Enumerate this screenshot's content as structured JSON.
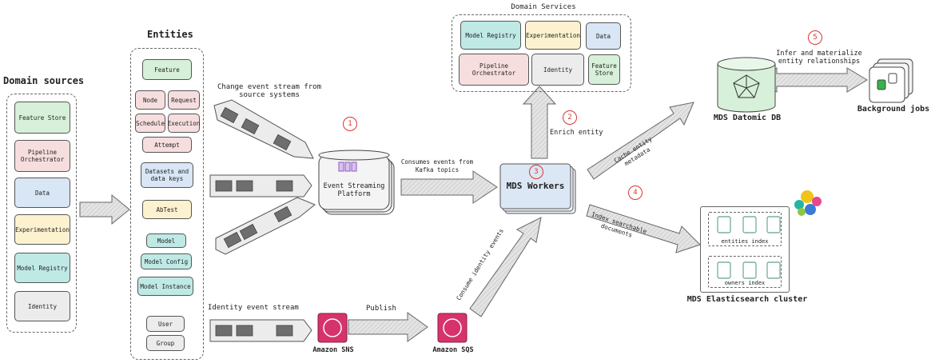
{
  "domain_sources": {
    "title": "Domain sources",
    "items": [
      "Feature Store",
      "Pipeline Orchestrator",
      "Data",
      "Experimentation",
      "Model Registry",
      "Identity"
    ]
  },
  "entities": {
    "title": "Entities",
    "feature": "Feature",
    "node": "Node",
    "request": "Request",
    "schedule": "Schedule",
    "execution": "Execution",
    "attempt": "Attempt",
    "datasets": "Datasets and data keys",
    "abtest": "AbTest",
    "model": "Model",
    "model_config": "Model Config",
    "model_instance": "Model Instance",
    "user": "User",
    "group": "Group"
  },
  "streams": {
    "change_event": "Change event stream from source systems",
    "identity_event": "Identity event stream"
  },
  "platform": {
    "label": "Event Streaming Platform"
  },
  "consumes": "Consumes events from Kafka topics",
  "workers": {
    "label": "MDS Workers"
  },
  "domain_services": {
    "title": "Domain Services",
    "items": [
      "Model Registry",
      "Experimentation",
      "Data",
      "Pipeline Orchestrator",
      "Identity",
      "Feature Store"
    ]
  },
  "enrich": "Enrich entity",
  "cache": "Cache entity metadata",
  "index": "Index searchable documents",
  "infer": "Infer and materialize entity relationships",
  "datomic": "MDS Datomic DB",
  "background": "Background jobs",
  "elastic": {
    "title": "MDS Elasticsearch cluster",
    "entities_index": "entities index",
    "owners_index": "owners index"
  },
  "sns": "Amazon SNS",
  "sqs": "Amazon SQS",
  "publish": "Publish",
  "consume_identity": "Consume identity events",
  "numbers": [
    "1",
    "2",
    "3",
    "4",
    "5"
  ],
  "colors": {
    "step_red": "#dd3333",
    "aws_pink": "#d6336c",
    "elastic_yellow": "#f0c419",
    "elastic_teal": "#1fb6a6"
  }
}
